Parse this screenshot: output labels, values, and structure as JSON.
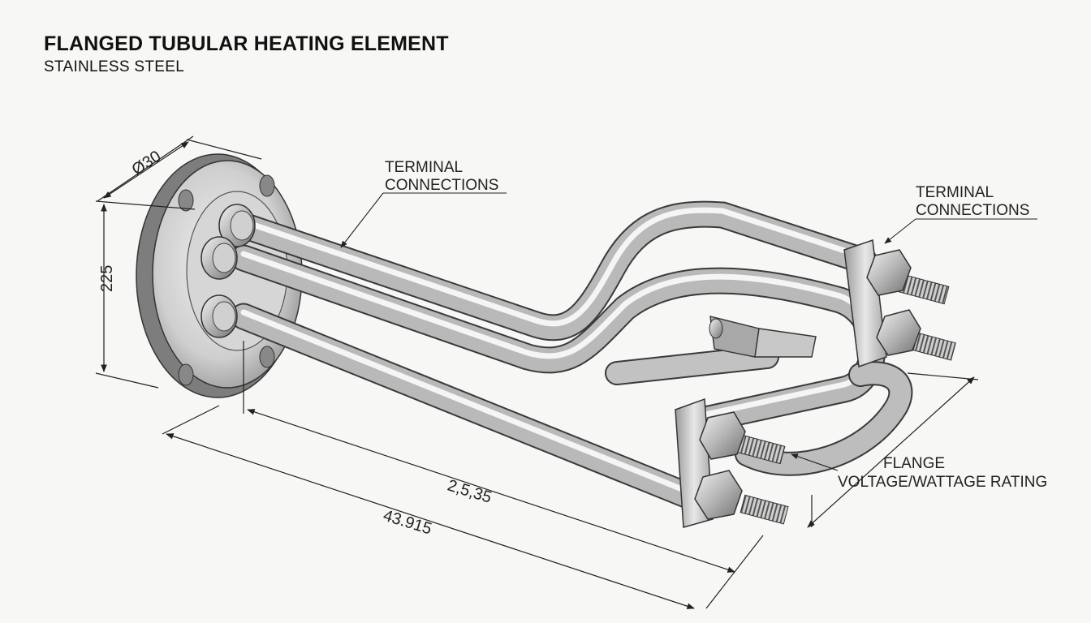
{
  "header": {
    "title": "FLANGED TUBULAR HEATING ELEMENT",
    "subtitle": "STAINLESS STEEL"
  },
  "dimensions": {
    "diameter": "Ø30",
    "height": "225",
    "inner_length": "2,5,35",
    "overall_length": "43.915"
  },
  "callouts": {
    "terminal_left_line1": "TERMINAL",
    "terminal_left_line2": "CONNECTIONS",
    "terminal_right_line1": "TERMINAL",
    "terminal_right_line2": "CONNECTIONS",
    "flange_line1": "FLANGE",
    "flange_line2": "VOLTAGE/WATTAGE RATING"
  },
  "colors": {
    "background": "#f7f7f5",
    "metal_dark": "#8c8c8c",
    "metal_light": "#f2f2f2",
    "line": "#222222"
  }
}
